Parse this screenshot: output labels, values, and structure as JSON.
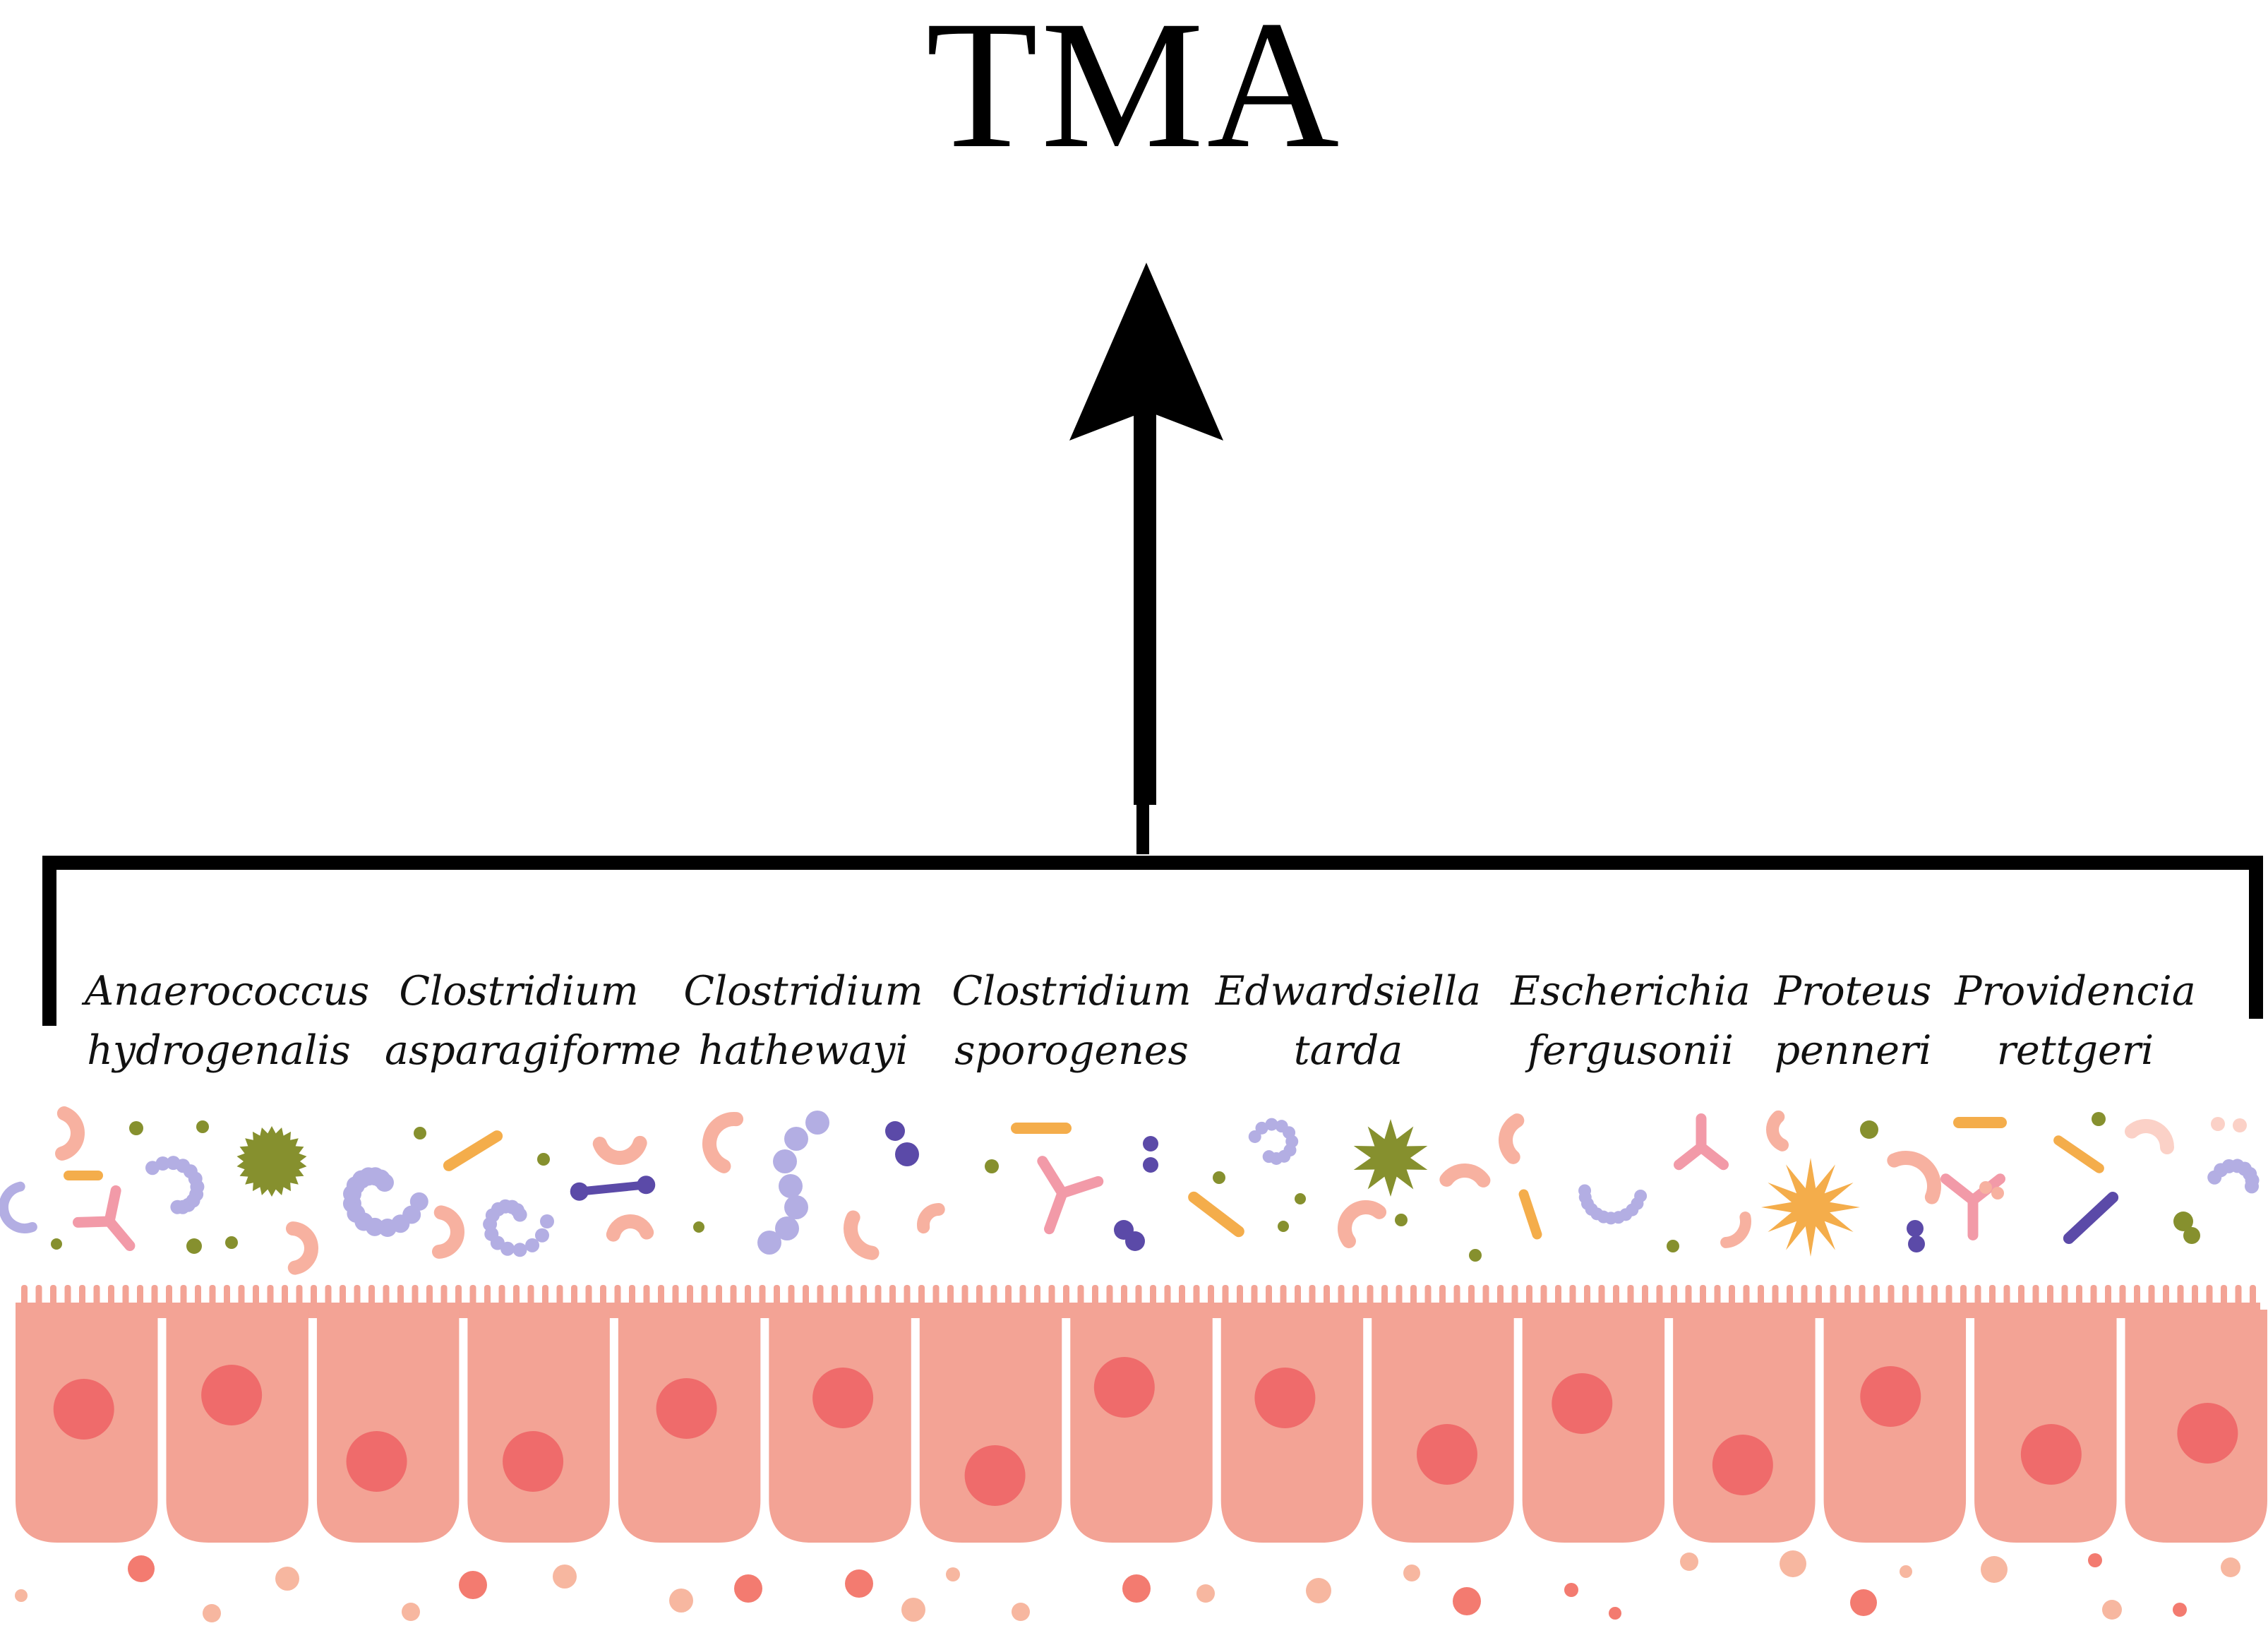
{
  "title": "TMA",
  "species": [
    {
      "genus": "Anaerococcus",
      "epithet": "hydrogenalis"
    },
    {
      "genus": "Clostridium",
      "epithet": "asparagiforme"
    },
    {
      "genus": "Clostridium",
      "epithet": "hathewayi"
    },
    {
      "genus": "Clostridium",
      "epithet": "sporogenes"
    },
    {
      "genus": "Edwardsiella",
      "epithet": "tarda"
    },
    {
      "genus": "Escherichia",
      "epithet": "fergusonii"
    },
    {
      "genus": "Proteus",
      "epithet": "penneri"
    },
    {
      "genus": "Providencia",
      "epithet": "rettgeri"
    }
  ],
  "colors": {
    "arrow": "#000000",
    "cell_body": "#f3a395",
    "nucleus": "#ef6b6b",
    "microbe_purple": "#b3aee3",
    "microbe_dark_purple": "#5b4aa8",
    "microbe_orange": "#f4ad4b",
    "microbe_pink": "#f29aa8",
    "microbe_salmon": "#f7b1a0",
    "microbe_olive": "#86902e"
  }
}
